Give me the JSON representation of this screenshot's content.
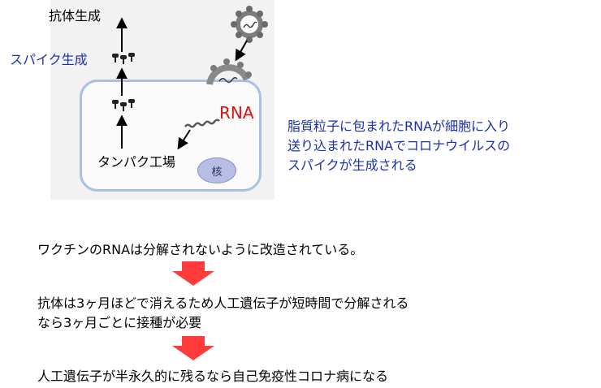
{
  "diagram": {
    "antibody_label": "抗体生成",
    "spike_label": "スパイク生成",
    "rna_label": "RNA",
    "factory_label": "タンパク工場",
    "nucleus_label": "核",
    "explanation_lines": [
      "脂質粒子に包まれたRNAが細胞に入り",
      "送り込まれたRNAでコロナウイルスの",
      "スパイクが生成される"
    ]
  },
  "flow": {
    "step1": "ワクチンのRNAは分解されないように改造されている。",
    "step2_lines": [
      "抗体は3ヶ月ほどで消えるため人工遺伝子が短時間で分解される",
      "なら3ヶ月ごとに接種が必要"
    ],
    "step3": "人工遺伝子が半永久的に残るなら自己免疫性コロナ病になる"
  },
  "colors": {
    "explanation_text": "#1d2faa",
    "spike_label_text": "#1d2faa",
    "rna_label_text": "#e01010",
    "flow_arrow": "#ff3b3b",
    "cell_membrane": "#a9bfe3",
    "nucleus_fill": "#b8bde6"
  }
}
